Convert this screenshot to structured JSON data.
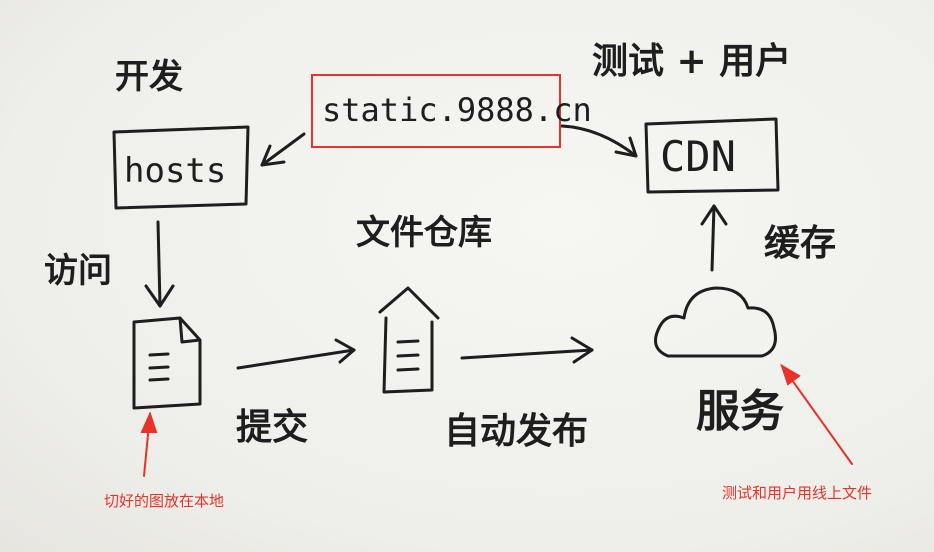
{
  "labels": {
    "dev": "开发",
    "hosts": "hosts",
    "domain": "static.9888.cn",
    "test_user": "测试 + 用户",
    "cdn": "CDN",
    "visit": "访问",
    "repo": "文件仓库",
    "cache": "缓存",
    "submit": "提交",
    "auto_publish": "自动发布",
    "service": "服务"
  },
  "notes": {
    "local_note": "切好的图放在本地",
    "online_note": "测试和用户用线上文件"
  },
  "colors": {
    "ink": "#1e1e1e",
    "annotation": "#e8322a",
    "paper": "#f1f0ec"
  }
}
